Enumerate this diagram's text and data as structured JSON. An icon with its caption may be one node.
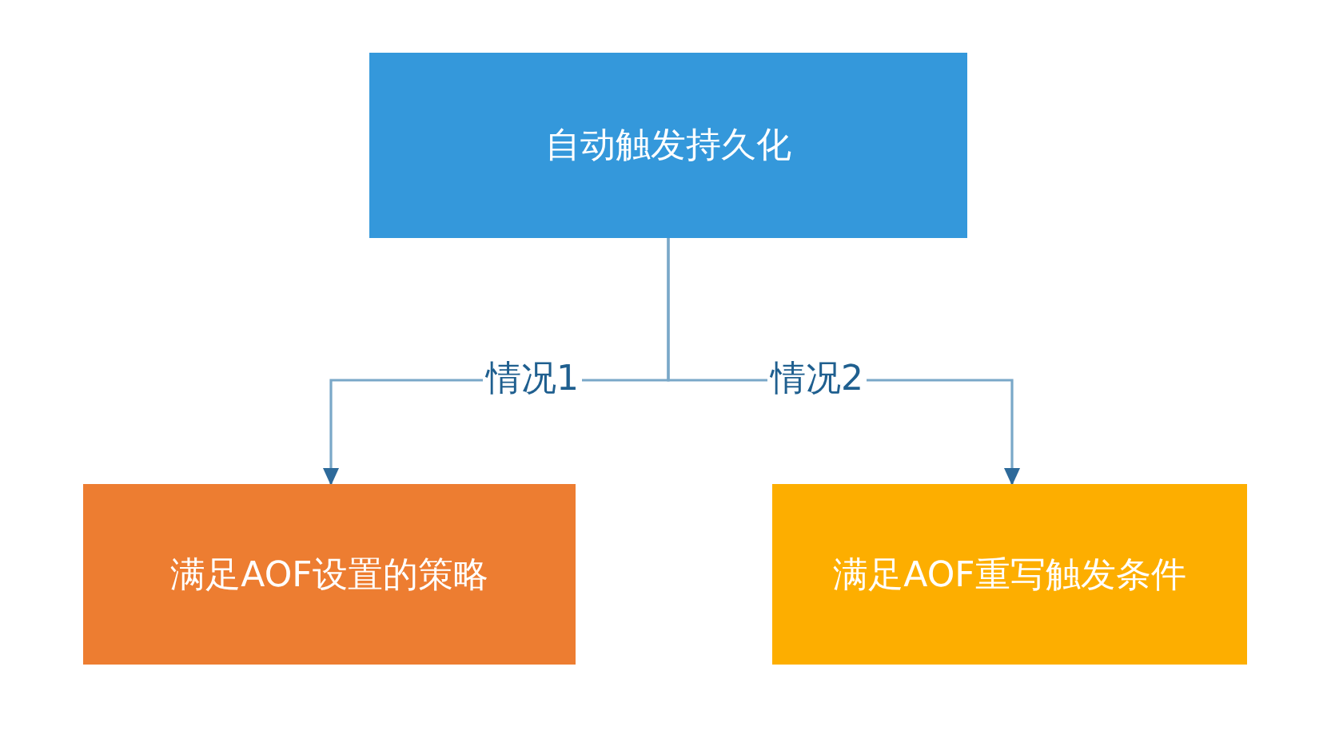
{
  "diagram": {
    "nodes": [
      {
        "text": [
          "自动触发持久化"
        ]
      },
      {
        "text": [
          "满足AOF设置的策略"
        ]
      },
      {
        "text": [
          "满足AOF重写触发条件"
        ]
      }
    ],
    "edges": [
      {
        "from": 0,
        "to": 1,
        "arrow": "to",
        "label": "情况1"
      },
      {
        "from": 0,
        "to": 2,
        "arrow": "to",
        "label": "情况2"
      }
    ]
  }
}
